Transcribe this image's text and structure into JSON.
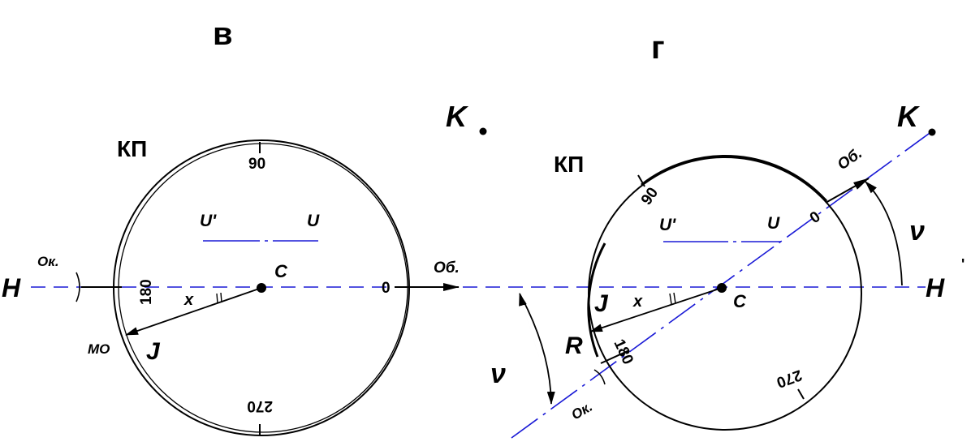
{
  "colors": {
    "ink": "#000000",
    "blue_line": "#1a1ad6"
  },
  "left_panel": {
    "label": "в",
    "kp": "КП",
    "scale_90": "90",
    "scale_180": "180",
    "scale_270": "270",
    "scale_0": "0",
    "u_prime": "U'",
    "u": "U",
    "c": "C",
    "x": "x",
    "j": "J",
    "mo": "МО",
    "ok": "Ок.",
    "ob": "Об.",
    "h": "H"
  },
  "right_panel": {
    "label": "г",
    "kp": "КП",
    "k": "K",
    "scale_90": "90",
    "scale_0": "0",
    "scale_180": "180",
    "scale_270": "270",
    "u_prime": "U'",
    "u": "U",
    "c": "C",
    "x": "x",
    "j": "J",
    "r": "R",
    "ok": "Ок.",
    "ob": "Об.",
    "nu": "ν",
    "h": "H"
  },
  "between": {
    "k": "K",
    "nu": "ν"
  }
}
